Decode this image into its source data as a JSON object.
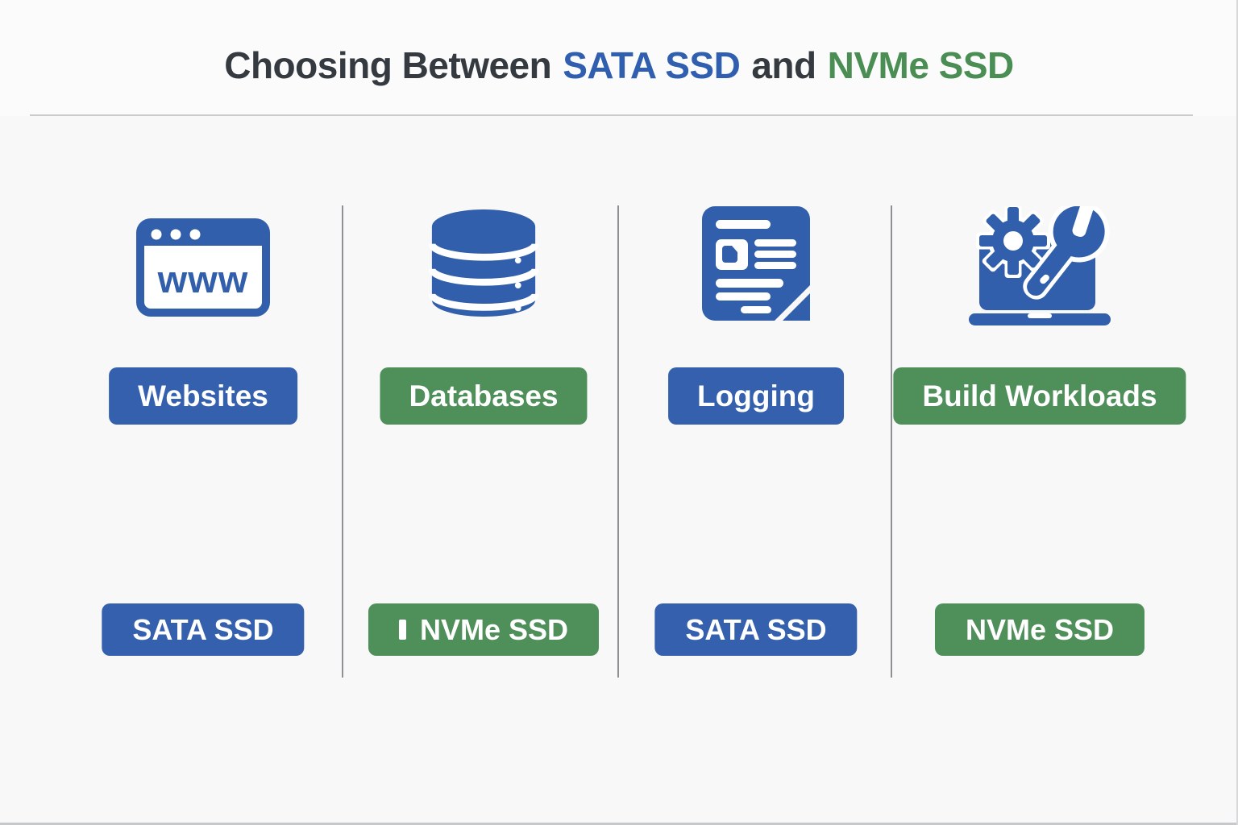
{
  "title": {
    "parts": [
      {
        "text": "Choosing Between",
        "color": "#343a3f"
      },
      {
        "text": "SATA SSD",
        "color": "#2f5fae"
      },
      {
        "text": "and",
        "color": "#343a3f"
      },
      {
        "text": "NVMe SSD",
        "color": "#4a8e53"
      }
    ]
  },
  "colors": {
    "icon_blue": "#315fab",
    "badge_blue": "#3560ae",
    "badge_green": "#4f8f5a",
    "divider_gray": "#8f9093",
    "rule_gray": "#cbcbcd"
  },
  "columns": [
    {
      "id": "websites",
      "icon": "browser-www-icon",
      "icon_label": "www",
      "use_case": {
        "label": "Websites",
        "color": "#3560ae"
      },
      "recommendation": {
        "label": "SATA SSD",
        "color": "#3560ae"
      }
    },
    {
      "id": "databases",
      "icon": "database-icon",
      "use_case": {
        "label": "Databases",
        "color": "#4f8f5a"
      },
      "recommendation": {
        "label": "NVMe SSD",
        "color": "#4f8f5a"
      }
    },
    {
      "id": "logging",
      "icon": "log-document-icon",
      "use_case": {
        "label": "Logging",
        "color": "#3560ae"
      },
      "recommendation": {
        "label": "SATA SSD",
        "color": "#3560ae"
      }
    },
    {
      "id": "build-workloads",
      "icon": "build-tools-icon",
      "use_case": {
        "label": "Build Workloads",
        "color": "#4f8f5a"
      },
      "recommendation": {
        "label": "NVMe SSD",
        "color": "#4f8f5a"
      }
    }
  ]
}
